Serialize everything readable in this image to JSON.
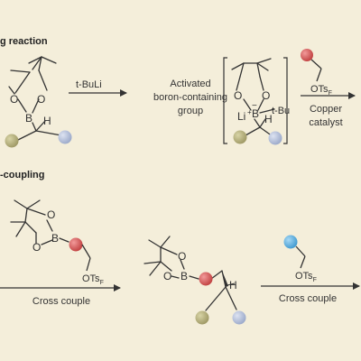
{
  "colors": {
    "background": "#f4eeda",
    "olive": "#b3ad78",
    "lilac": "#b9c4de",
    "red": "#d95c5c",
    "blue": "#63b2e2",
    "line": "#333333"
  },
  "section1": {
    "heading": "g reaction",
    "reagent": "t-BuLi",
    "activated_label": [
      "Activated",
      "boron-containing",
      "group"
    ],
    "catalyst_label": [
      "Copper",
      "catalyst"
    ],
    "otsf": "OTs",
    "otsf_sub": "F",
    "atoms": {
      "o": "O",
      "b": "B",
      "h": "H",
      "li": "Li",
      "plus": "+",
      "minus": "−",
      "tbu": "t-Bu"
    }
  },
  "section2": {
    "heading": "-coupling",
    "step1_label": "Cross couple",
    "step2_label": "Cross couple",
    "otsf": "OTs",
    "otsf_sub": "F",
    "atoms": {
      "o": "O",
      "b": "B",
      "h": "H"
    }
  }
}
